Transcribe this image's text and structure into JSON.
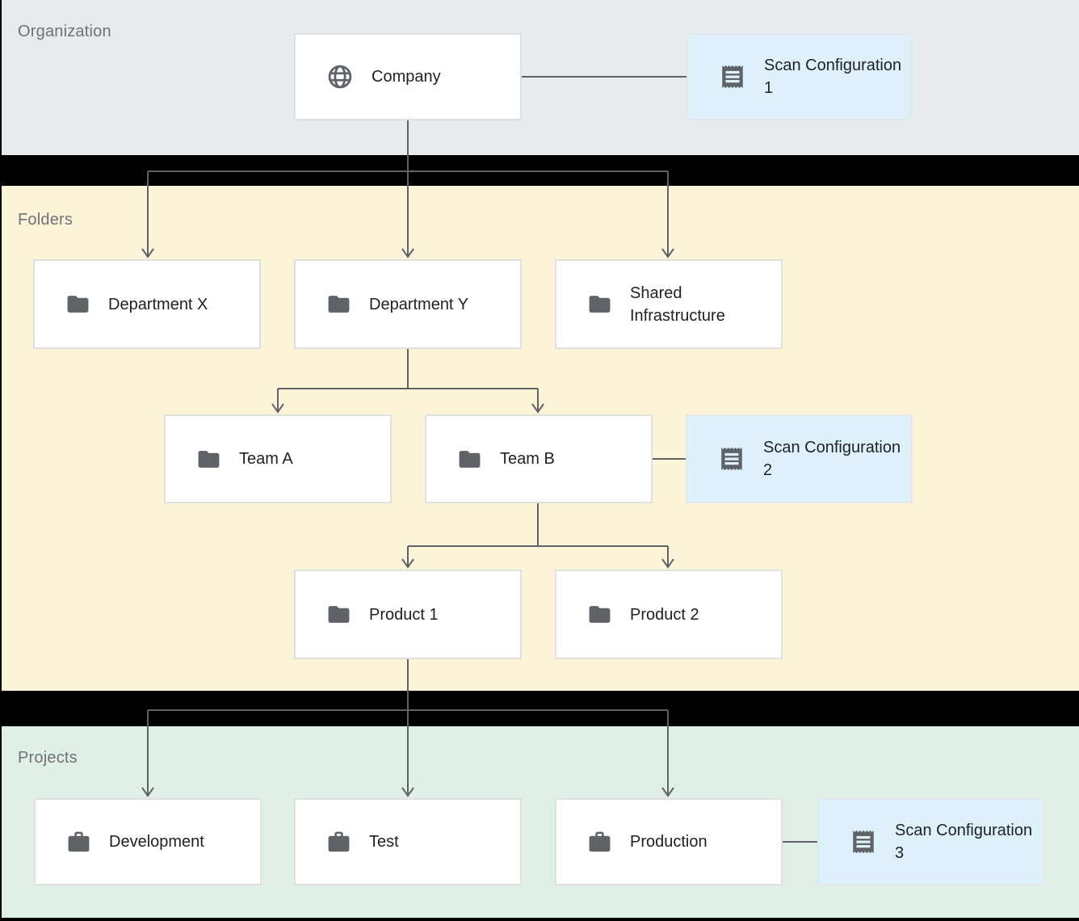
{
  "sections": {
    "organization": {
      "label": "Organization"
    },
    "folders": {
      "label": "Folders"
    },
    "projects": {
      "label": "Projects"
    }
  },
  "nodes": {
    "company": {
      "label": "Company",
      "icon": "globe-icon",
      "section": "organization"
    },
    "scan_config_1": {
      "label": "Scan Configuration 1",
      "icon": "receipt-icon",
      "section": "organization"
    },
    "department_x": {
      "label": "Department X",
      "icon": "folder-icon",
      "section": "folders"
    },
    "department_y": {
      "label": "Department Y",
      "icon": "folder-icon",
      "section": "folders"
    },
    "shared_infrastructure": {
      "label": "Shared Infrastructure",
      "icon": "folder-icon",
      "section": "folders"
    },
    "team_a": {
      "label": "Team A",
      "icon": "folder-icon",
      "section": "folders"
    },
    "team_b": {
      "label": "Team B",
      "icon": "folder-icon",
      "section": "folders"
    },
    "scan_config_2": {
      "label": "Scan Configuration 2",
      "icon": "receipt-icon",
      "section": "folders"
    },
    "product_1": {
      "label": "Product 1",
      "icon": "folder-icon",
      "section": "folders"
    },
    "product_2": {
      "label": "Product 2",
      "icon": "folder-icon",
      "section": "folders"
    },
    "development": {
      "label": "Development",
      "icon": "briefcase-icon",
      "section": "projects"
    },
    "test": {
      "label": "Test",
      "icon": "briefcase-icon",
      "section": "projects"
    },
    "production": {
      "label": "Production",
      "icon": "briefcase-icon",
      "section": "projects"
    },
    "scan_config_3": {
      "label": "Scan Configuration 3",
      "icon": "receipt-icon",
      "section": "projects"
    }
  },
  "edges": [
    {
      "from": "company",
      "to": "department_x",
      "type": "hierarchy-arrow"
    },
    {
      "from": "company",
      "to": "department_y",
      "type": "hierarchy-arrow"
    },
    {
      "from": "company",
      "to": "shared_infrastructure",
      "type": "hierarchy-arrow"
    },
    {
      "from": "department_y",
      "to": "team_a",
      "type": "hierarchy-arrow"
    },
    {
      "from": "department_y",
      "to": "team_b",
      "type": "hierarchy-arrow"
    },
    {
      "from": "team_b",
      "to": "product_1",
      "type": "hierarchy-arrow"
    },
    {
      "from": "team_b",
      "to": "product_2",
      "type": "hierarchy-arrow"
    },
    {
      "from": "product_1",
      "to": "development",
      "type": "hierarchy-arrow"
    },
    {
      "from": "product_1",
      "to": "test",
      "type": "hierarchy-arrow"
    },
    {
      "from": "product_1",
      "to": "production",
      "type": "hierarchy-arrow"
    },
    {
      "from": "company",
      "to": "scan_config_1",
      "type": "attachment-line"
    },
    {
      "from": "team_b",
      "to": "scan_config_2",
      "type": "attachment-line"
    },
    {
      "from": "production",
      "to": "scan_config_3",
      "type": "attachment-line"
    }
  ],
  "colors": {
    "background": "#000000",
    "organization_band": "#e8ebee",
    "folders_band": "#fcf4d8",
    "projects_band": "#e1f0e7",
    "node_fill": "#ffffff",
    "node_border": "#e0e0e0",
    "scan_config_fill": "#def1fb",
    "scan_config_border": "#e2e8ea",
    "connector": "#5f6368",
    "icon": "#5f6368",
    "label_text": "#202124",
    "section_label_text": "#6e7277"
  }
}
